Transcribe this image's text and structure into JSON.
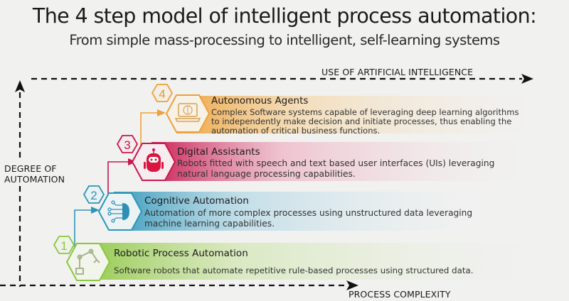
{
  "header": {
    "title": "The 4 step model of intelligent process automation:",
    "subtitle": "From simple mass-processing to intelligent, self-learning systems"
  },
  "axes": {
    "top": "USE OF ARTIFICIAL INTELLIGENCE",
    "left_line1": "DEGREE OF",
    "left_line2": "AUTOMATION",
    "bottom": "PROCESS COMPLEXITY"
  },
  "colors": {
    "step1": "#8cc63f",
    "step2": "#2e95b8",
    "step3": "#c8174e",
    "step4": "#eda13a"
  },
  "steps": [
    {
      "number": "1",
      "icon": "robotic-arm-icon",
      "title": "Robotic Process Automation",
      "desc_lines": [
        "Software robots that automate repetitive rule-based processes using structured data."
      ]
    },
    {
      "number": "2",
      "icon": "circuit-brain-icon",
      "title": "Cognitive Automation",
      "desc_lines": [
        "Automation of more complex processes using unstructured data leveraging",
        "machine learning capabilities."
      ]
    },
    {
      "number": "3",
      "icon": "chatbot-robot-icon",
      "title": "Digital Assistants",
      "desc_lines": [
        "Robots fitted with speech and text based user interfaces (UIs) leveraging",
        "natural language processing capabilities."
      ]
    },
    {
      "number": "4",
      "icon": "laptop-brain-icon",
      "title": "Autonomous Agents",
      "desc_lines": [
        "Complex Software systems capable of leveraging deep learning algorithms",
        "to independently make decision and initiate processes, thus enabling the",
        "automation of critical business functions."
      ]
    }
  ]
}
